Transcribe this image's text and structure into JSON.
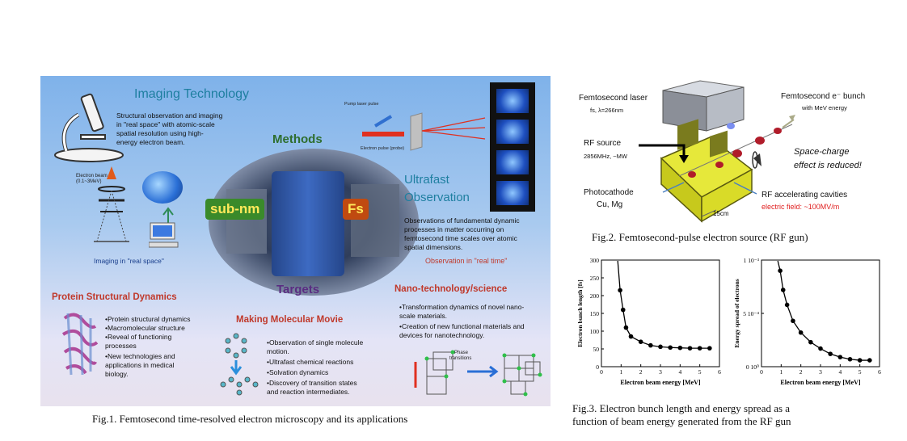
{
  "fig1": {
    "imaging": {
      "title": "Imaging Technology",
      "body": [
        "Structural observation and imaging",
        "in \"real space\" with atomic-scale",
        "spatial resolution using high-",
        "energy electron beam."
      ],
      "beam_label_1": "Electron beam",
      "beam_label_2": "(0.1~3MeV)",
      "footer": "Imaging in \"real space\""
    },
    "methods": "Methods",
    "targets": "Targets",
    "sub_nm": "sub-nm",
    "fs": "Fs",
    "ultrafast": {
      "title_1": "Ultrafast",
      "title_2": "Observation",
      "pump_label": "Pump laser pulse",
      "probe_label": "Electron pulse (probe)",
      "body": [
        "Observations of fundamental dynamic",
        "processes in matter occurring on",
        "femtosecond time scales over atomic",
        "spatial dimensions."
      ],
      "footer": "Observation in \"real time\""
    },
    "protein": {
      "title": "Protein Structural Dynamics",
      "items": [
        "•Protein structural dynamics",
        "•Macromolecular structure",
        "•Reveal of functioning",
        "processes",
        "•New technologies and",
        "applications in medical",
        "biology."
      ]
    },
    "movie": {
      "title": "Making Molecular Movie",
      "items": [
        "•Observation of single molecule",
        "motion.",
        "•Ultrafast chemical reactions",
        "•Solvation dynamics",
        "•Discovery of transition states",
        "and reaction intermediates."
      ]
    },
    "nano": {
      "title": "Nano-technology/science",
      "items": [
        "•Transformation dynamics of novel nano-",
        "scale materials.",
        "•Creation of new functional materials and",
        "devices for nanotechnology."
      ],
      "phase_1": "Phase",
      "phase_2": "transitions"
    },
    "caption": "Fig.1. Femtosecond time-resolved electron microscopy and its applications"
  },
  "fig2": {
    "laser": "Femtosecond laser",
    "laser_sub": "fs, λ=266nm",
    "bunch": "Femtosecond e⁻ bunch",
    "bunch_sub": "with MeV energy",
    "rf_source": "RF source",
    "rf_sub": "2856MHz, ~MW",
    "space_charge_1": "Space-charge",
    "space_charge_2": "effect is reduced!",
    "photocathode": "Photocathode",
    "photocathode_sub": "Cu, Mg",
    "cavities": "RF accelerating cavities",
    "field": "electric field: ~100MV/m",
    "scale": "15cm",
    "caption": "Fig.2. Femtosecond-pulse electron source (RF gun)"
  },
  "fig3": {
    "caption_1": "Fig.3.  Electron bunch length and energy spread as a",
    "caption_2": "function of beam energy generated from the RF gun"
  },
  "chart_data": [
    {
      "type": "line",
      "xlabel": "Electron beam energy [MeV]",
      "ylabel": "Electron bunch length [fs]",
      "xlim": [
        0,
        6
      ],
      "ylim": [
        0,
        300
      ],
      "xticks": [
        "0",
        "1",
        "2",
        "3",
        "4",
        "5",
        "6"
      ],
      "yticks": [
        "0",
        "50",
        "100",
        "150",
        "200",
        "250",
        "300"
      ],
      "x": [
        0.95,
        1.1,
        1.25,
        1.5,
        2.0,
        2.5,
        3.0,
        3.5,
        4.0,
        4.5,
        5.0,
        5.5
      ],
      "y": [
        215,
        160,
        110,
        85,
        70,
        60,
        56,
        54,
        53,
        52,
        52,
        52
      ]
    },
    {
      "type": "line",
      "xlabel": "Electron beam energy [MeV]",
      "ylabel": "Energy spread of electrons",
      "xlim": [
        0,
        6
      ],
      "ylim": [
        0,
        0.001
      ],
      "xticks": [
        "0",
        "1",
        "2",
        "3",
        "4",
        "5",
        "6"
      ],
      "yticks": [
        "0 10⁰",
        "5 10⁻⁴",
        "1 10⁻³"
      ],
      "x": [
        0.95,
        1.1,
        1.3,
        1.6,
        2.0,
        2.5,
        3.0,
        3.5,
        4.0,
        4.5,
        5.0,
        5.5
      ],
      "y": [
        0.0009,
        0.00072,
        0.00058,
        0.00043,
        0.00032,
        0.00023,
        0.00017,
        0.00012,
        9e-05,
        7e-05,
        6e-05,
        6e-05
      ]
    }
  ]
}
